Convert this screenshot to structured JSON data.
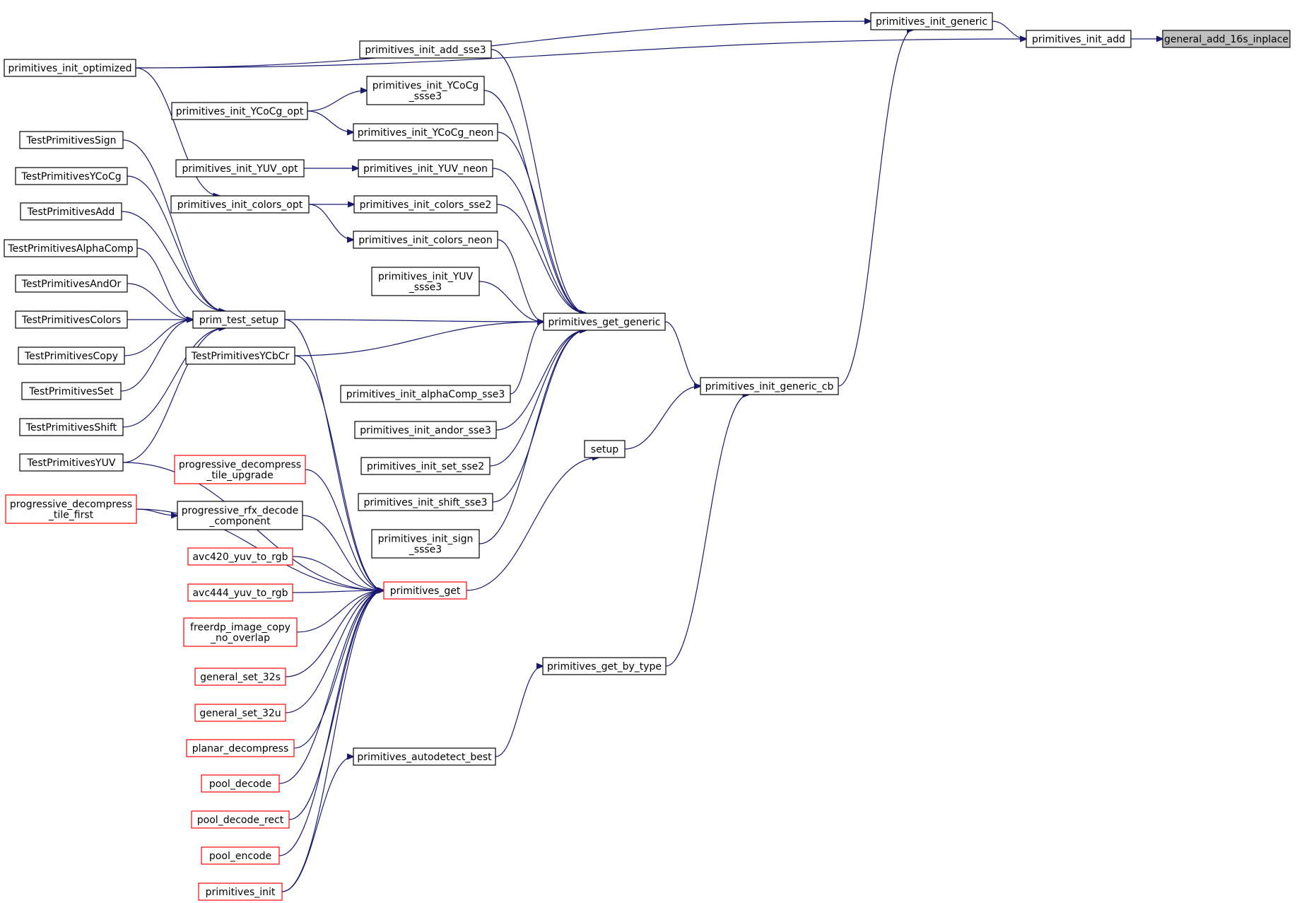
{
  "colors": {
    "edge": "#191970",
    "node_border": "#000000",
    "node_border_truncated": "#ff0000",
    "focus_fill": "#bfbfbf",
    "node_fill": "#ffffff"
  },
  "nodes": {
    "general_add_16s_inplace": {
      "lines": [
        "general_add_16s_inplace"
      ],
      "style": "focus"
    },
    "primitives_init_add": {
      "lines": [
        "primitives_init_add"
      ],
      "style": "normal"
    },
    "primitives_init_generic": {
      "lines": [
        "primitives_init_generic"
      ],
      "style": "normal"
    },
    "primitives_init_optimized": {
      "lines": [
        "primitives_init_optimized"
      ],
      "style": "normal"
    },
    "primitives_init_add_sse3": {
      "lines": [
        "primitives_init_add_sse3"
      ],
      "style": "normal"
    },
    "primitives_init_YCoCg_ssse3": {
      "lines": [
        "primitives_init_YCoCg",
        "_ssse3"
      ],
      "style": "normal"
    },
    "primitives_init_YCoCg_opt": {
      "lines": [
        "primitives_init_YCoCg_opt"
      ],
      "style": "normal"
    },
    "primitives_init_YCoCg_neon": {
      "lines": [
        "primitives_init_YCoCg_neon"
      ],
      "style": "normal"
    },
    "TestPrimitivesSign": {
      "lines": [
        "TestPrimitivesSign"
      ],
      "style": "normal"
    },
    "primitives_init_YUV_opt": {
      "lines": [
        "primitives_init_YUV_opt"
      ],
      "style": "normal"
    },
    "primitives_init_YUV_neon": {
      "lines": [
        "primitives_init_YUV_neon"
      ],
      "style": "normal"
    },
    "TestPrimitivesYCoCg": {
      "lines": [
        "TestPrimitivesYCoCg"
      ],
      "style": "normal"
    },
    "primitives_init_colors_opt": {
      "lines": [
        "primitives_init_colors_opt"
      ],
      "style": "normal"
    },
    "primitives_init_colors_sse2": {
      "lines": [
        "primitives_init_colors_sse2"
      ],
      "style": "normal"
    },
    "TestPrimitivesAdd": {
      "lines": [
        "TestPrimitivesAdd"
      ],
      "style": "normal"
    },
    "primitives_init_colors_neon": {
      "lines": [
        "primitives_init_colors_neon"
      ],
      "style": "normal"
    },
    "TestPrimitivesAlphaComp": {
      "lines": [
        "TestPrimitivesAlphaComp"
      ],
      "style": "normal"
    },
    "primitives_init_YUV_ssse3": {
      "lines": [
        "primitives_init_YUV",
        "_ssse3"
      ],
      "style": "normal"
    },
    "TestPrimitivesAndOr": {
      "lines": [
        "TestPrimitivesAndOr"
      ],
      "style": "normal"
    },
    "TestPrimitivesColors": {
      "lines": [
        "TestPrimitivesColors"
      ],
      "style": "normal"
    },
    "prim_test_setup": {
      "lines": [
        "prim_test_setup"
      ],
      "style": "normal"
    },
    "primitives_get_generic": {
      "lines": [
        "primitives_get_generic"
      ],
      "style": "normal"
    },
    "TestPrimitivesCopy": {
      "lines": [
        "TestPrimitivesCopy"
      ],
      "style": "normal"
    },
    "TestPrimitivesYCbCr": {
      "lines": [
        "TestPrimitivesYCbCr"
      ],
      "style": "normal"
    },
    "primitives_init_generic_cb": {
      "lines": [
        "primitives_init_generic_cb"
      ],
      "style": "normal"
    },
    "TestPrimitivesSet": {
      "lines": [
        "TestPrimitivesSet"
      ],
      "style": "normal"
    },
    "primitives_init_alphaComp_sse3": {
      "lines": [
        "primitives_init_alphaComp_sse3"
      ],
      "style": "normal"
    },
    "TestPrimitivesShift": {
      "lines": [
        "TestPrimitivesShift"
      ],
      "style": "normal"
    },
    "primitives_init_andor_sse3": {
      "lines": [
        "primitives_init_andor_sse3"
      ],
      "style": "normal"
    },
    "setup": {
      "lines": [
        "setup"
      ],
      "style": "normal"
    },
    "TestPrimitivesYUV": {
      "lines": [
        "TestPrimitivesYUV"
      ],
      "style": "normal"
    },
    "progressive_decompress_tile_upgrade": {
      "lines": [
        "progressive_decompress",
        "_tile_upgrade"
      ],
      "style": "red"
    },
    "primitives_init_set_sse2": {
      "lines": [
        "primitives_init_set_sse2"
      ],
      "style": "normal"
    },
    "primitives_init_shift_sse3": {
      "lines": [
        "primitives_init_shift_sse3"
      ],
      "style": "normal"
    },
    "progressive_decompress_tile_first": {
      "lines": [
        "progressive_decompress",
        "_tile_first"
      ],
      "style": "red"
    },
    "progressive_rfx_decode_component": {
      "lines": [
        "progressive_rfx_decode",
        "_component"
      ],
      "style": "normal"
    },
    "primitives_init_sign_ssse3": {
      "lines": [
        "primitives_init_sign",
        "_ssse3"
      ],
      "style": "normal"
    },
    "avc420_yuv_to_rgb": {
      "lines": [
        "avc420_yuv_to_rgb"
      ],
      "style": "red"
    },
    "primitives_get": {
      "lines": [
        "primitives_get"
      ],
      "style": "red"
    },
    "avc444_yuv_to_rgb": {
      "lines": [
        "avc444_yuv_to_rgb"
      ],
      "style": "red"
    },
    "freerdp_image_copy_no_overlap": {
      "lines": [
        "freerdp_image_copy",
        "_no_overlap"
      ],
      "style": "red"
    },
    "general_set_32s": {
      "lines": [
        "general_set_32s"
      ],
      "style": "red"
    },
    "primitives_get_by_type": {
      "lines": [
        "primitives_get_by_type"
      ],
      "style": "normal"
    },
    "general_set_32u": {
      "lines": [
        "general_set_32u"
      ],
      "style": "red"
    },
    "planar_decompress": {
      "lines": [
        "planar_decompress"
      ],
      "style": "red"
    },
    "primitives_autodetect_best": {
      "lines": [
        "primitives_autodetect_best"
      ],
      "style": "normal"
    },
    "pool_decode": {
      "lines": [
        "pool_decode"
      ],
      "style": "red"
    },
    "pool_decode_rect": {
      "lines": [
        "pool_decode_rect"
      ],
      "style": "red"
    },
    "pool_encode": {
      "lines": [
        "pool_encode"
      ],
      "style": "red"
    },
    "primitives_init": {
      "lines": [
        "primitives_init"
      ],
      "style": "red"
    }
  },
  "edges": [
    [
      "primitives_init_add",
      "general_add_16s_inplace"
    ],
    [
      "primitives_init_generic",
      "primitives_init_add"
    ],
    [
      "primitives_init_optimized",
      "primitives_init_add"
    ],
    [
      "primitives_init_optimized",
      "primitives_init_generic"
    ],
    [
      "primitives_init_generic_cb",
      "primitives_init_generic"
    ],
    [
      "primitives_get_generic",
      "primitives_init_generic_cb"
    ],
    [
      "setup",
      "primitives_init_generic_cb"
    ],
    [
      "primitives_get_by_type",
      "primitives_init_generic_cb"
    ],
    [
      "primitives_init_add_sse3",
      "primitives_get_generic"
    ],
    [
      "primitives_init_YCoCg_ssse3",
      "primitives_get_generic"
    ],
    [
      "primitives_init_YCoCg_neon",
      "primitives_get_generic"
    ],
    [
      "primitives_init_YUV_neon",
      "primitives_get_generic"
    ],
    [
      "primitives_init_colors_sse2",
      "primitives_get_generic"
    ],
    [
      "primitives_init_colors_neon",
      "primitives_get_generic"
    ],
    [
      "primitives_init_YUV_ssse3",
      "primitives_get_generic"
    ],
    [
      "prim_test_setup",
      "primitives_get_generic"
    ],
    [
      "TestPrimitivesYCbCr",
      "primitives_get_generic"
    ],
    [
      "primitives_init_alphaComp_sse3",
      "primitives_get_generic"
    ],
    [
      "primitives_init_andor_sse3",
      "primitives_get_generic"
    ],
    [
      "primitives_init_set_sse2",
      "primitives_get_generic"
    ],
    [
      "primitives_init_shift_sse3",
      "primitives_get_generic"
    ],
    [
      "primitives_init_sign_ssse3",
      "primitives_get_generic"
    ],
    [
      "primitives_init_YCoCg_opt",
      "primitives_init_YCoCg_ssse3"
    ],
    [
      "primitives_init_YCoCg_opt",
      "primitives_init_YCoCg_neon"
    ],
    [
      "primitives_init_YUV_opt",
      "primitives_init_YUV_neon"
    ],
    [
      "primitives_init_colors_opt",
      "primitives_init_colors_sse2"
    ],
    [
      "primitives_init_colors_opt",
      "primitives_init_colors_neon"
    ],
    [
      "primitives_init_optimized",
      "primitives_init_colors_opt"
    ],
    [
      "TestPrimitivesSign",
      "prim_test_setup"
    ],
    [
      "TestPrimitivesYCoCg",
      "prim_test_setup"
    ],
    [
      "TestPrimitivesAdd",
      "prim_test_setup"
    ],
    [
      "TestPrimitivesAlphaComp",
      "prim_test_setup"
    ],
    [
      "TestPrimitivesAndOr",
      "prim_test_setup"
    ],
    [
      "TestPrimitivesColors",
      "prim_test_setup"
    ],
    [
      "TestPrimitivesCopy",
      "prim_test_setup"
    ],
    [
      "TestPrimitivesSet",
      "prim_test_setup"
    ],
    [
      "TestPrimitivesShift",
      "prim_test_setup"
    ],
    [
      "TestPrimitivesYUV",
      "prim_test_setup"
    ],
    [
      "primitives_get",
      "setup"
    ],
    [
      "primitives_autodetect_best",
      "primitives_get_by_type"
    ],
    [
      "primitives_init",
      "primitives_autodetect_best"
    ],
    [
      "progressive_decompress_tile_first",
      "progressive_rfx_decode_component"
    ],
    [
      "prim_test_setup",
      "primitives_get"
    ],
    [
      "TestPrimitivesYCbCr",
      "primitives_get"
    ],
    [
      "TestPrimitivesYUV",
      "primitives_get"
    ],
    [
      "progressive_decompress_tile_first",
      "primitives_get"
    ],
    [
      "progressive_decompress_tile_upgrade",
      "primitives_get"
    ],
    [
      "progressive_rfx_decode_component",
      "primitives_get"
    ],
    [
      "avc420_yuv_to_rgb",
      "primitives_get"
    ],
    [
      "avc444_yuv_to_rgb",
      "primitives_get"
    ],
    [
      "freerdp_image_copy_no_overlap",
      "primitives_get"
    ],
    [
      "general_set_32s",
      "primitives_get"
    ],
    [
      "general_set_32u",
      "primitives_get"
    ],
    [
      "planar_decompress",
      "primitives_get"
    ],
    [
      "pool_decode",
      "primitives_get"
    ],
    [
      "pool_decode_rect",
      "primitives_get"
    ],
    [
      "pool_encode",
      "primitives_get"
    ],
    [
      "primitives_init",
      "primitives_get"
    ]
  ]
}
